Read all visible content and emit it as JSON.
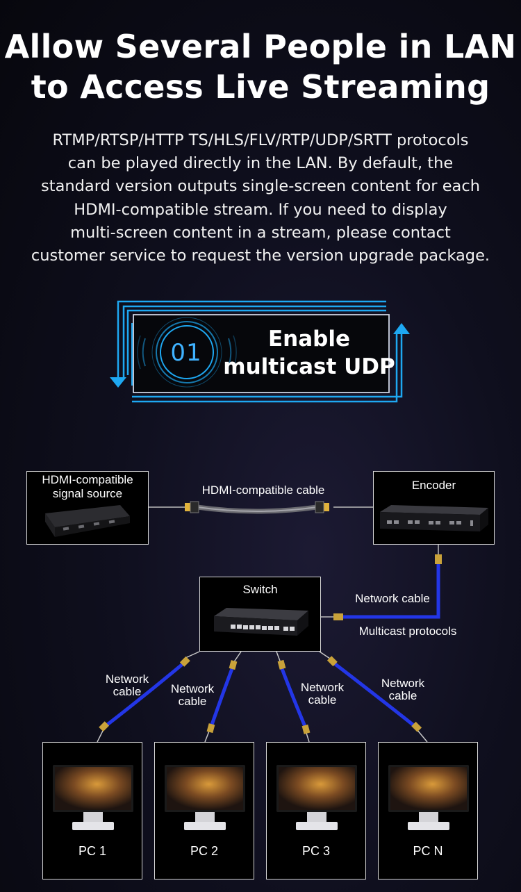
{
  "header": {
    "title_lines": [
      "Allow Several People in LAN",
      "to Access Live Streaming"
    ],
    "description_lines": [
      "RTMP/RTSP/HTTP TS/HLS/FLV/RTP/UDP/SRTT protocols",
      "can be played directly in the LAN. By default, the",
      "standard version outputs single-screen content for each",
      "HDMI-compatible stream. If you need to display",
      "multi-screen content in a stream, please contact",
      "customer service to request the version upgrade package."
    ]
  },
  "badge": {
    "number": "01",
    "text_lines": [
      "Enable",
      "multicast UDP"
    ],
    "accent": "#1ea8f2"
  },
  "diagram": {
    "source": {
      "label_lines": [
        "HDMI-compatible",
        "signal source"
      ]
    },
    "encoder": {
      "label": "Encoder"
    },
    "switch": {
      "label": "Switch"
    },
    "hdmi_cable_label": "HDMI-compatible cable",
    "network_cable_label": "Network cable",
    "multicast_label": "Multicast protocols",
    "branch_cable_labels": [
      [
        "Network",
        "cable"
      ],
      [
        "Network",
        "cable"
      ],
      [
        "Network",
        "cable"
      ],
      [
        "Network",
        "cable"
      ]
    ],
    "pcs": [
      "PC 1",
      "PC 2",
      "PC 3",
      "PC N"
    ],
    "cable_color": "#2336e6"
  }
}
